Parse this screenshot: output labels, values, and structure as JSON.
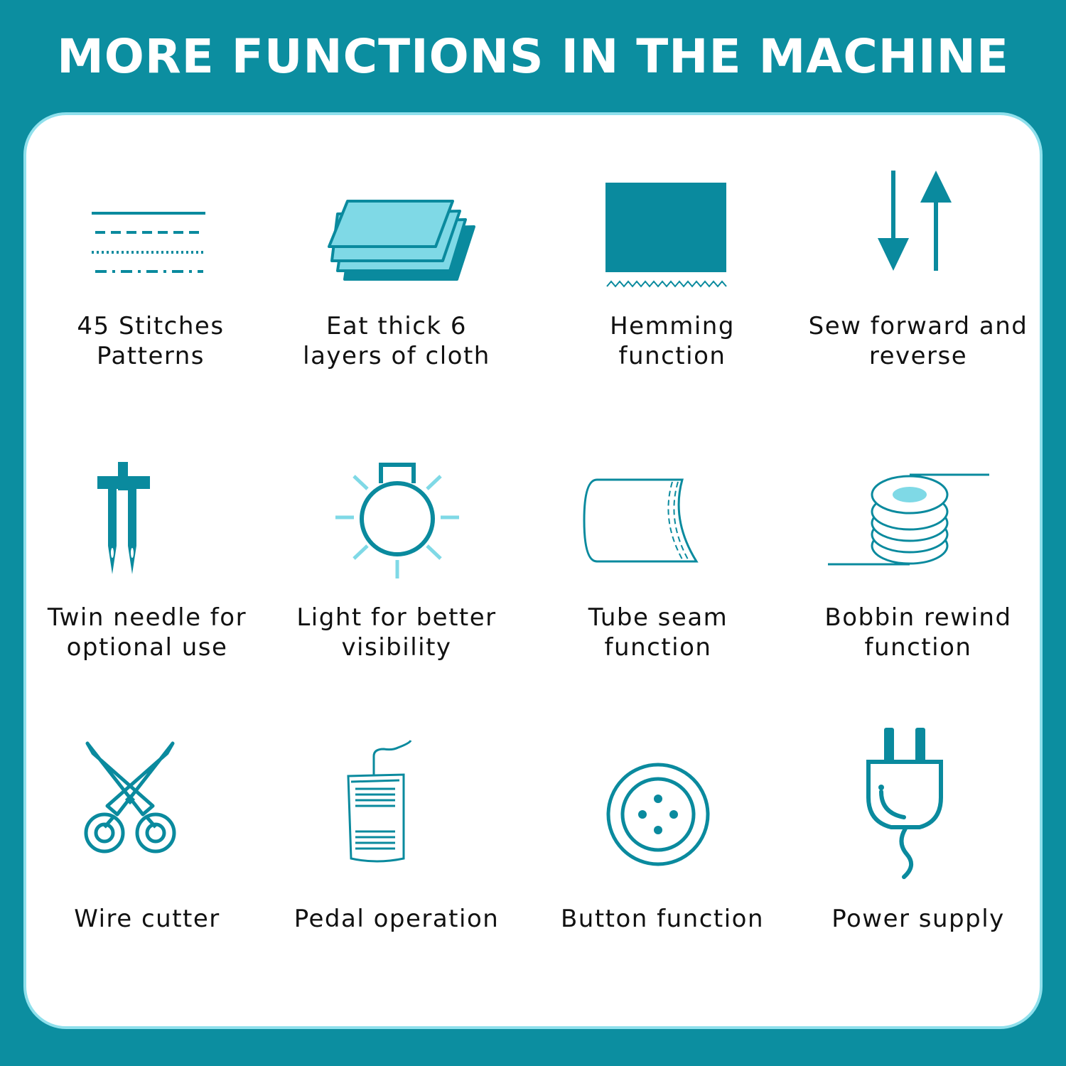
{
  "header": {
    "title": "MORE FUNCTIONS IN THE MACHINE"
  },
  "colors": {
    "background": "#0c8ea0",
    "icon": "#0a8a9e",
    "icon_light": "#7fd9e6",
    "panel": "#ffffff"
  },
  "features": [
    {
      "label": "45 Stitches\nPatterns",
      "icon": "stitch-lines-icon"
    },
    {
      "label": "Eat thick 6\nlayers of cloth",
      "icon": "cloth-layers-icon"
    },
    {
      "label": "Hemming\nfunction",
      "icon": "hemming-icon"
    },
    {
      "label": "Sew forward and\nreverse",
      "icon": "forward-reverse-arrows-icon"
    },
    {
      "label": "Twin needle for\noptional use",
      "icon": "twin-needle-icon"
    },
    {
      "label": "Light for better\nvisibility",
      "icon": "light-bulb-icon"
    },
    {
      "label": "Tube seam\nfunction",
      "icon": "tube-seam-icon"
    },
    {
      "label": "Bobbin rewind\nfunction",
      "icon": "bobbin-icon"
    },
    {
      "label": "Wire cutter",
      "icon": "scissors-icon"
    },
    {
      "label": "Pedal operation",
      "icon": "foot-pedal-icon"
    },
    {
      "label": "Button function",
      "icon": "button-icon"
    },
    {
      "label": "Power supply",
      "icon": "power-plug-icon"
    }
  ]
}
